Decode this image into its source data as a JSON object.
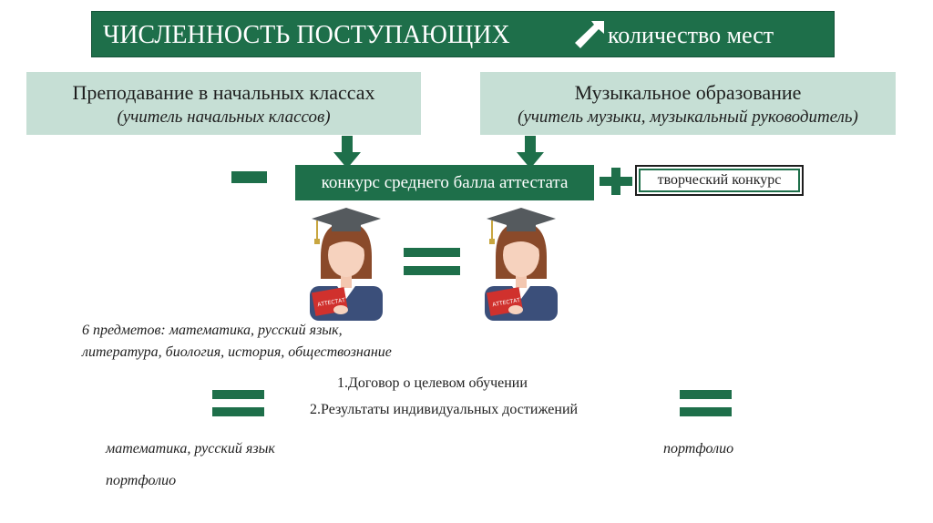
{
  "title": {
    "left_text": "ЧИСЛЕННОСТЬ ПОСТУПАЮЩИХ",
    "right_text": "количество мест"
  },
  "programs": {
    "left": {
      "name": "Преподавание в начальных классах",
      "qualification": "(учитель начальных классов)"
    },
    "right": {
      "name": "Музыкальное образование",
      "qualification": "(учитель музыки, музыкальный руководитель)"
    }
  },
  "contest": {
    "label": "конкурс среднего балла аттестата"
  },
  "creative_contest": {
    "label": "творческий конкурс"
  },
  "graduate": {
    "badge_text": "АТТЕСТАТ"
  },
  "subjects": {
    "line1": "6 предметов: математика, русский язык,",
    "line2": "литература, биология, история, обществознание"
  },
  "priorities": [
    "1.Договор о целевом обучении",
    "2.Результаты индивидуальных достижений"
  ],
  "left_criteria": {
    "line1": "математика, русский язык",
    "line2": "портфолио"
  },
  "right_criteria": {
    "line1": "портфолио"
  },
  "colors": {
    "brand_green": "#1e6f4a",
    "light_green": "#c6dfd5"
  },
  "icons": [
    "arrow-up-right-icon",
    "arrow-down-icon",
    "minus-icon",
    "plus-icon",
    "equals-icon",
    "graduate-icon"
  ]
}
